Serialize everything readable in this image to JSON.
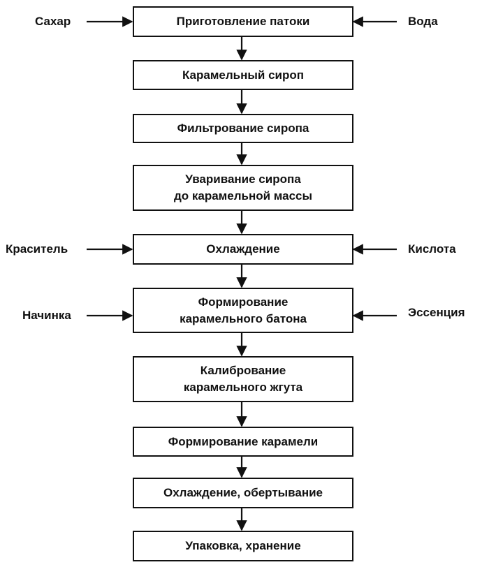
{
  "steps": [
    {
      "lines": [
        "Приготовление патоки"
      ]
    },
    {
      "lines": [
        "Карамельный сироп"
      ]
    },
    {
      "lines": [
        "Фильтрование сиропа"
      ]
    },
    {
      "lines": [
        "Уваривание сиропа",
        "до карамельной массы"
      ]
    },
    {
      "lines": [
        "Охлаждение"
      ]
    },
    {
      "lines": [
        "Формирование",
        "карамельного батона"
      ]
    },
    {
      "lines": [
        "Калибрование",
        "карамельного жгута"
      ]
    },
    {
      "lines": [
        "Формирование карамели"
      ]
    },
    {
      "lines": [
        "Охлаждение, обертывание"
      ]
    },
    {
      "lines": [
        "Упаковка, хранение"
      ]
    }
  ],
  "inputs": {
    "sugar": "Сахар",
    "water": "Вода",
    "dye": "Краситель",
    "acid": "Кислота",
    "filling": "Начинка",
    "essence": "Эссенция"
  }
}
